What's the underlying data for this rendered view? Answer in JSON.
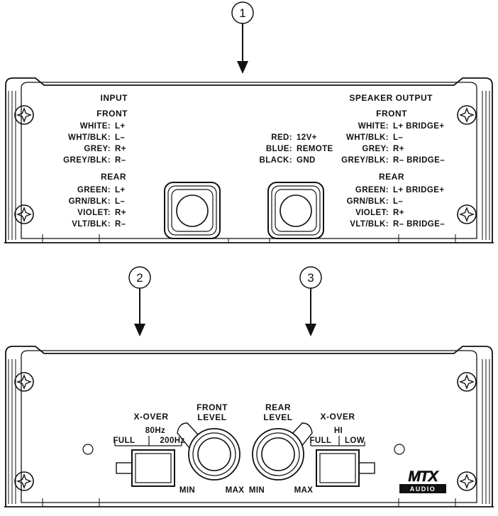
{
  "callouts": [
    "1",
    "2",
    "3"
  ],
  "top_panel": {
    "input": {
      "title": "INPUT",
      "front": {
        "title": "FRONT",
        "rows": [
          {
            "wire": "WHITE:",
            "signal": "L+"
          },
          {
            "wire": "WHT/BLK:",
            "signal": "L–"
          },
          {
            "wire": "GREY:",
            "signal": "R+"
          },
          {
            "wire": "GREY/BLK:",
            "signal": "R–"
          }
        ]
      },
      "rear": {
        "title": "REAR",
        "rows": [
          {
            "wire": "GREEN:",
            "signal": "L+"
          },
          {
            "wire": "GRN/BLK:",
            "signal": "L–"
          },
          {
            "wire": "VIOLET:",
            "signal": "R+"
          },
          {
            "wire": "VLT/BLK:",
            "signal": "R–"
          }
        ]
      }
    },
    "power": {
      "rows": [
        {
          "wire": "RED:",
          "signal": "12V+"
        },
        {
          "wire": "BLUE:",
          "signal": "REMOTE"
        },
        {
          "wire": "BLACK:",
          "signal": "GND"
        }
      ]
    },
    "speaker_output": {
      "title": "SPEAKER OUTPUT",
      "front": {
        "title": "FRONT",
        "rows": [
          {
            "wire": "WHITE:",
            "signal": "L+ BRIDGE+"
          },
          {
            "wire": "WHT/BLK:",
            "signal": "L–"
          },
          {
            "wire": "GREY:",
            "signal": "R+"
          },
          {
            "wire": "GREY/BLK:",
            "signal": "R– BRIDGE–"
          }
        ]
      },
      "rear": {
        "title": "REAR",
        "rows": [
          {
            "wire": "GREEN:",
            "signal": "L+ BRIDGE+"
          },
          {
            "wire": "GRN/BLK:",
            "signal": "L–"
          },
          {
            "wire": "VIOLET:",
            "signal": "R+"
          },
          {
            "wire": "VLT/BLK:",
            "signal": "R– BRIDGE–"
          }
        ]
      }
    }
  },
  "bottom_panel": {
    "xover_front": {
      "title": "X-OVER",
      "left": "FULL",
      "middle": "80Hz",
      "right": "200Hz"
    },
    "front_level": {
      "title_line1": "FRONT",
      "title_line2": "LEVEL",
      "min": "MIN",
      "max": "MAX"
    },
    "rear_level": {
      "title_line1": "REAR",
      "title_line2": "LEVEL",
      "min": "MIN",
      "max": "MAX"
    },
    "xover_rear": {
      "title": "X-OVER",
      "left": "FULL",
      "middle": "HI",
      "right": "LOW"
    },
    "logo": {
      "main": "MTX",
      "sub": "AUDIO"
    }
  }
}
